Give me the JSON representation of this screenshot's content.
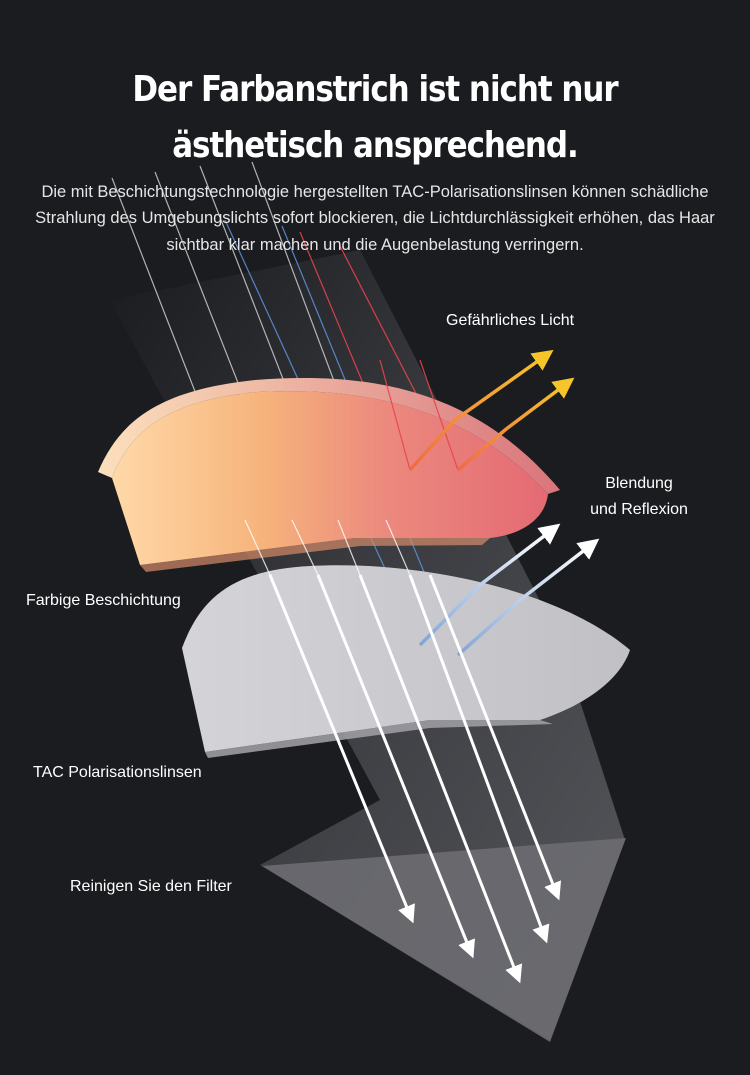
{
  "header": {
    "title_line1": "Der Farbanstrich ist nicht nur",
    "title_line2": "ästhetisch ansprechend.",
    "description": "Die mit Beschichtungstechnologie hergestellten TAC-Polarisationslinsen können schädliche Strahlung des Umgebungslichts sofort blockieren, die Lichtdurchlässigkeit erhöhen, das Haar sichtbar klar machen und die Augenbelastung verringern."
  },
  "diagram": {
    "labels": {
      "dangerous_light": "Gefährliches Licht",
      "glare_line1": "Blendung",
      "glare_line2": "und Reflexion",
      "colored_coating": "Farbige Beschichtung",
      "tac_lenses": "TAC Polarisationslinsen",
      "clean_filter": "Reinigen Sie den Filter"
    },
    "colors": {
      "background": "#1b1c20",
      "coating_start": "#ffd9a8",
      "coating_end": "#e46a74",
      "tac_lens": "#c8c8cc",
      "red_ray": "#e8424e",
      "blue_ray": "#5b8fd6",
      "reflected_arrow": "#f2a62d",
      "filtered_arrow": "#ffffff"
    }
  }
}
